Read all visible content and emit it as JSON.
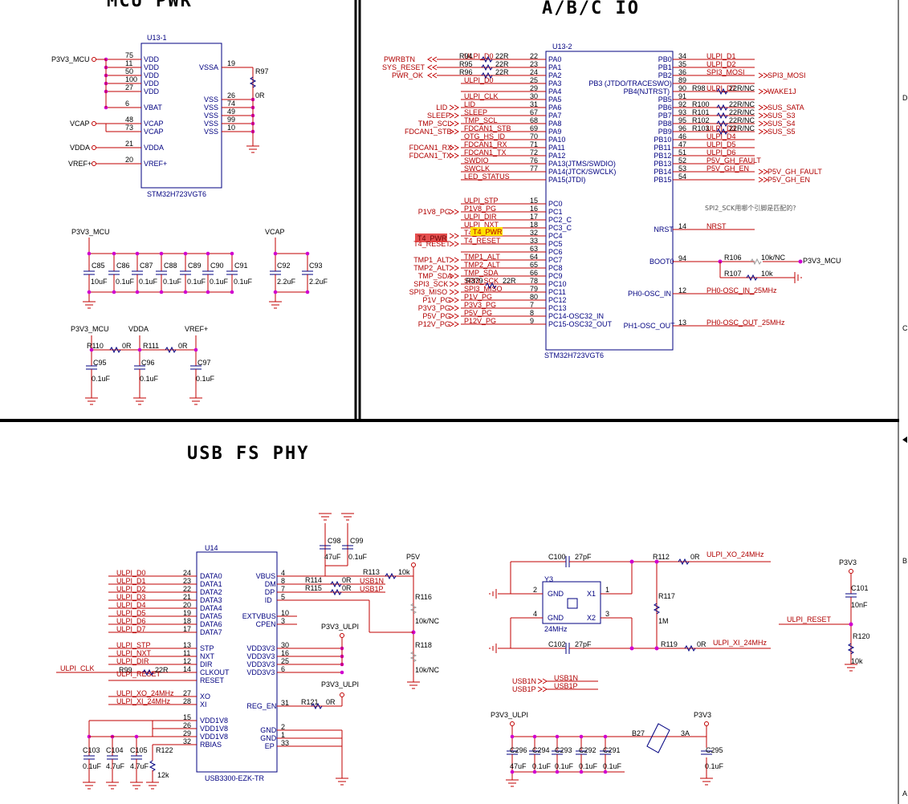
{
  "sections": {
    "mcu_pwr": "MCU PWR",
    "abc_io": "A/B/C IO",
    "usb_fs_phy": "USB FS PHY"
  },
  "mcu_pwr": {
    "refdes": "U13-1",
    "part": "STM32H723VGT6",
    "left_pins": [
      {
        "name": "VDD",
        "num": "75"
      },
      {
        "name": "VDD",
        "num": "11"
      },
      {
        "name": "VDD",
        "num": "50"
      },
      {
        "name": "VDD",
        "num": "100"
      },
      {
        "name": "VDD",
        "num": "27"
      },
      {
        "name": "VBAT",
        "num": "6"
      },
      {
        "name": "VCAP",
        "num": "48"
      },
      {
        "name": "VCAP",
        "num": "73"
      },
      {
        "name": "VDDA",
        "num": "21"
      },
      {
        "name": "VREF+",
        "num": "20"
      }
    ],
    "right_pins": [
      {
        "name": "VSSA",
        "num": "19"
      },
      {
        "name": "VSS",
        "num": "26"
      },
      {
        "name": "VSS",
        "num": "74"
      },
      {
        "name": "VSS",
        "num": "49"
      },
      {
        "name": "VSS",
        "num": "99"
      },
      {
        "name": "VSS",
        "num": "10"
      }
    ],
    "nets": [
      "P3V3_MCU",
      "VCAP",
      "VDDA",
      "VREF+"
    ],
    "r97": {
      "ref": "R97",
      "val": "0R"
    },
    "caps_p3v3": {
      "net": "P3V3_MCU",
      "items": [
        {
          "ref": "C85",
          "val": "10uF"
        },
        {
          "ref": "C86",
          "val": "0.1uF"
        },
        {
          "ref": "C87",
          "val": "0.1uF"
        },
        {
          "ref": "C88",
          "val": "0.1uF"
        },
        {
          "ref": "C89",
          "val": "0.1uF"
        },
        {
          "ref": "C90",
          "val": "0.1uF"
        },
        {
          "ref": "C91",
          "val": "0.1uF"
        }
      ]
    },
    "caps_vcap": {
      "net": "VCAP",
      "items": [
        {
          "ref": "C92",
          "val": "2.2uF"
        },
        {
          "ref": "C93",
          "val": "2.2uF"
        }
      ]
    },
    "vdda_filter": {
      "nets": [
        "P3V3_MCU",
        "VDDA",
        "VREF+"
      ],
      "resistors": [
        {
          "ref": "R110",
          "val": "0R"
        },
        {
          "ref": "R111",
          "val": "0R"
        }
      ],
      "caps": [
        {
          "ref": "C95",
          "val": "0.1uF"
        },
        {
          "ref": "C96",
          "val": "0.1uF"
        },
        {
          "ref": "C97",
          "val": "0.1uF"
        }
      ]
    }
  },
  "abc_io": {
    "refdes": "U13-2",
    "part": "STM32H723VGT6",
    "left_pins": [
      {
        "name": "PA0",
        "num": "22",
        "net": "ULPI_D0"
      },
      {
        "name": "PA1",
        "num": "23",
        "net": ""
      },
      {
        "name": "PA2",
        "num": "24",
        "net": ""
      },
      {
        "name": "PA3",
        "num": "25",
        "net": "ULPI_D0"
      },
      {
        "name": "PA4",
        "num": "29",
        "net": ""
      },
      {
        "name": "PA5",
        "num": "30",
        "net": "ULPI_CLK"
      },
      {
        "name": "PA6",
        "num": "31",
        "net": "LID"
      },
      {
        "name": "PA7",
        "num": "67",
        "net": "SLEEP"
      },
      {
        "name": "PA8",
        "num": "68",
        "net": "TMP_SCL"
      },
      {
        "name": "PA9",
        "num": "69",
        "net": "FDCAN1_STB"
      },
      {
        "name": "PA10",
        "num": "70",
        "net": "OTG_HS_ID"
      },
      {
        "name": "PA11",
        "num": "71",
        "net": "FDCAN1_RX"
      },
      {
        "name": "PA12",
        "num": "72",
        "net": "FDCAN1_TX"
      },
      {
        "name": "PA13(JTMS/SWDIO)",
        "num": "76",
        "net": "SWDIO"
      },
      {
        "name": "PA14(JTCK/SWCLK)",
        "num": "77",
        "net": "SWCLK"
      },
      {
        "name": "PA15(JTDI)",
        "num": "",
        "net": "LED_STATUS"
      },
      {
        "name": "PC0",
        "num": "15",
        "net": "ULPI_STP"
      },
      {
        "name": "PC1",
        "num": "16",
        "net": "P1V8_PG"
      },
      {
        "name": "PC2_C",
        "num": "17",
        "net": "ULPI_DIR"
      },
      {
        "name": "PC3_C",
        "num": "18",
        "net": "ULPI_NXT"
      },
      {
        "name": "PC4",
        "num": "32",
        "net": "T4_PWR"
      },
      {
        "name": "PC5",
        "num": "33",
        "net": "T4_RESET"
      },
      {
        "name": "PC6",
        "num": "63",
        "net": ""
      },
      {
        "name": "PC7",
        "num": "64",
        "net": "TMP1_ALT"
      },
      {
        "name": "PC8",
        "num": "65",
        "net": "TMP2_ALT"
      },
      {
        "name": "PC9",
        "num": "66",
        "net": "TMP_SDA"
      },
      {
        "name": "PC10",
        "num": "78",
        "net": "SPI3_SCK"
      },
      {
        "name": "PC11",
        "num": "79",
        "net": "SPI3_MISO"
      },
      {
        "name": "PC12",
        "num": "80",
        "net": "P1V_PG"
      },
      {
        "name": "PC13",
        "num": "7",
        "net": "P3V3_PG"
      },
      {
        "name": "PC14-OSC32_IN",
        "num": "8",
        "net": "P5V_PG"
      },
      {
        "name": "PC15-OSC32_OUT",
        "num": "9",
        "net": "P12V_PG"
      }
    ],
    "right_pins": [
      {
        "name": "PB0",
        "num": "34",
        "net": "ULPI_D1"
      },
      {
        "name": "PB1",
        "num": "35",
        "net": "ULPI_D2"
      },
      {
        "name": "PB2",
        "num": "36",
        "net": "SPI3_MOSI"
      },
      {
        "name": "PB3 (JTDO/TRACESWO)",
        "num": "89",
        "net": ""
      },
      {
        "name": "PB4(NJTRST)",
        "num": "90",
        "net": "ULPI_D7"
      },
      {
        "name": "PB5",
        "num": "91",
        "net": ""
      },
      {
        "name": "PB6",
        "num": "92",
        "net": ""
      },
      {
        "name": "PB7",
        "num": "93",
        "net": ""
      },
      {
        "name": "PB8",
        "num": "95",
        "net": ""
      },
      {
        "name": "PB9",
        "num": "96",
        "net": "ULPI_D3"
      },
      {
        "name": "PB10",
        "num": "46",
        "net": "ULPI_D4"
      },
      {
        "name": "PB11",
        "num": "47",
        "net": "ULPI_D5"
      },
      {
        "name": "PB12",
        "num": "51",
        "net": "ULPI_D6"
      },
      {
        "name": "PB13",
        "num": "52",
        "net": "P5V_GH_FAULT"
      },
      {
        "name": "PB14",
        "num": "53",
        "net": "P5V_GH_EN"
      },
      {
        "name": "PB15",
        "num": "54",
        "net": ""
      },
      {
        "name": "NRST",
        "num": "14",
        "net": "NRST"
      },
      {
        "name": "BOOT0",
        "num": "94",
        "net": ""
      },
      {
        "name": "PH0-OSC_IN",
        "num": "12",
        "net": "PH0-OSC_IN_25MHz"
      },
      {
        "name": "PH1-OSC_OUT",
        "num": "13",
        "net": "PH0-OSC_OUT_25MHz"
      }
    ],
    "port_a_series": [
      {
        "port": "PWRBTN",
        "ref": "R94",
        "val": "22R"
      },
      {
        "port": "SYS_RESET",
        "ref": "R95",
        "val": "22R"
      },
      {
        "port": "PWR_OK",
        "ref": "R96",
        "val": "22R"
      }
    ],
    "left_ports": [
      "LID",
      "SLEEP",
      "TMP_SCL",
      "FDCAN1_STB",
      "FDCAN1_RX",
      "FDCAN1_TX",
      "P1V8_PG",
      "T4_PWR",
      "T4_RESET",
      "TMP1_ALT",
      "TMP2_ALT",
      "TMP_SDA",
      "SPI3_SCK",
      "SPI3_MISO",
      "P1V_PG",
      "P3V3_PG",
      "P5V_PG",
      "P12V_PG"
    ],
    "r379": {
      "ref": "R379",
      "val": "22R"
    },
    "right_series": [
      {
        "ref": "R98",
        "val": "22R/NC",
        "port": "WAKE1J"
      },
      {
        "ref": "R100",
        "val": "22R/NC",
        "port": "SUS_SATA"
      },
      {
        "ref": "R101",
        "val": "22R/NC",
        "port": "SUS_S3"
      },
      {
        "ref": "R102",
        "val": "22R/NC",
        "port": "SUS_S4"
      },
      {
        "ref": "R103",
        "val": "22R/NC",
        "port": "SUS_S5"
      }
    ],
    "right_ports": [
      "SPI3_MOSI",
      "P5V_GH_FAULT",
      "P5V_GH_EN"
    ],
    "note": "SPI2_SCK用哪个引脚是匹配的?",
    "boot": {
      "r106": {
        "ref": "R106",
        "val": "10k/NC"
      },
      "r107": {
        "ref": "R107",
        "val": "10k"
      },
      "net": "P3V3_MCU"
    },
    "highlight_net": "T4_PWR"
  },
  "usb": {
    "refdes": "U14",
    "part": "USB3300-EZK-TR",
    "left_pins": [
      {
        "name": "DATA0",
        "num": "24",
        "net": "ULPI_D0"
      },
      {
        "name": "DATA1",
        "num": "23",
        "net": "ULPI_D1"
      },
      {
        "name": "DATA2",
        "num": "22",
        "net": "ULPI_D2"
      },
      {
        "name": "DATA3",
        "num": "21",
        "net": "ULPI_D3"
      },
      {
        "name": "DATA4",
        "num": "20",
        "net": "ULPI_D4"
      },
      {
        "name": "DATA5",
        "num": "19",
        "net": "ULPI_D5"
      },
      {
        "name": "DATA6",
        "num": "18",
        "net": "ULPI_D6"
      },
      {
        "name": "DATA7",
        "num": "17",
        "net": "ULPI_D7"
      },
      {
        "name": "STP",
        "num": "13",
        "net": "ULPI_STP"
      },
      {
        "name": "NXT",
        "num": "11",
        "net": "ULPI_NXT"
      },
      {
        "name": "DIR",
        "num": "12",
        "net": "ULPI_DIR"
      },
      {
        "name": "CLKOUT",
        "num": "14",
        "net": ""
      },
      {
        "name": "RESET",
        "num": "",
        "net": "ULPI_RESET"
      },
      {
        "name": "XO",
        "num": "27",
        "net": "ULPI_XO_24MHz"
      },
      {
        "name": "XI",
        "num": "28",
        "net": "ULPI_XI_24MHz"
      },
      {
        "name": "VDD1V8",
        "num": "15",
        "net": ""
      },
      {
        "name": "VDD1V8",
        "num": "26",
        "net": ""
      },
      {
        "name": "VDD1V8",
        "num": "29",
        "net": ""
      },
      {
        "name": "RBIAS",
        "num": "32",
        "net": ""
      }
    ],
    "right_pins": [
      {
        "name": "VBUS",
        "num": "4"
      },
      {
        "name": "DM",
        "num": "8"
      },
      {
        "name": "DP",
        "num": "7"
      },
      {
        "name": "ID",
        "num": "5"
      },
      {
        "name": "EXTVBUS",
        "num": "10"
      },
      {
        "name": "CPEN",
        "num": "3"
      },
      {
        "name": "VDD3V3",
        "num": "30"
      },
      {
        "name": "VDD3V3",
        "num": "16"
      },
      {
        "name": "VDD3V3",
        "num": "25"
      },
      {
        "name": "VDD3V3",
        "num": "6"
      },
      {
        "name": "REG_EN",
        "num": "31"
      },
      {
        "name": "GND",
        "num": "2"
      },
      {
        "name": "GND",
        "num": "1"
      },
      {
        "name": "EP",
        "num": "33"
      }
    ],
    "clk": {
      "net": "ULPI_CLK",
      "ref": "R99",
      "val": "22R"
    },
    "vbus": {
      "ref": "R113",
      "val": "10k",
      "net": "P5V"
    },
    "dm": {
      "ref": "R114",
      "val": "0R",
      "net": "USB1N"
    },
    "dp": {
      "ref": "R115",
      "val": "0R",
      "net": "USB1P"
    },
    "id_res": [
      {
        "ref": "R116",
        "val": "10k/NC"
      },
      {
        "ref": "R118",
        "val": "10k/NC"
      }
    ],
    "decoup_top": [
      {
        "ref": "C98",
        "val": "47uF"
      },
      {
        "ref": "C99",
        "val": "0.1uF"
      }
    ],
    "p3v3_ulpi": "P3V3_ULPI",
    "reg_en": {
      "ref": "R121",
      "val": "0R"
    },
    "bottom_caps": [
      {
        "ref": "C103",
        "val": "0.1uF"
      },
      {
        "ref": "C104",
        "val": "4.7uF"
      },
      {
        "ref": "C105",
        "val": "4.7uF"
      }
    ],
    "r122": {
      "ref": "R122",
      "val": "12k"
    },
    "crystal": {
      "ref": "Y3",
      "val": "24MHz",
      "pins": [
        "GND",
        "GND",
        "X1",
        "X2"
      ],
      "pin_nums": [
        "2",
        "4",
        "1",
        "3"
      ]
    },
    "c100": {
      "ref": "C100",
      "val": "27pF"
    },
    "c102": {
      "ref": "C102",
      "val": "27pF"
    },
    "r112": {
      "ref": "R112",
      "val": "0R",
      "net": "ULPI_XO_24MHz"
    },
    "r119": {
      "ref": "R119",
      "val": "0R",
      "net": "ULPI_XI_24MHz"
    },
    "r117": {
      "ref": "R117",
      "val": "1M"
    },
    "reset": {
      "net": "ULPI_RESET",
      "pwr": "P3V3",
      "c101": {
        "ref": "C101",
        "val": "10nF"
      },
      "r120": {
        "ref": "R120",
        "val": "10k"
      }
    },
    "usb_ports": [
      {
        "port": "USB1N",
        "net": "USB1N"
      },
      {
        "port": "USB1P",
        "net": "USB1P"
      }
    ],
    "ulpi_pwr": {
      "left": "P3V3_ULPI",
      "right": "P3V3",
      "caps": [
        {
          "ref": "C296",
          "val": "47uF"
        },
        {
          "ref": "C294",
          "val": "0.1uF"
        },
        {
          "ref": "C293",
          "val": "0.1uF"
        },
        {
          "ref": "C292",
          "val": "0.1uF"
        },
        {
          "ref": "C291",
          "val": "0.1uF"
        }
      ],
      "bead": {
        "ref": "B27",
        "val": "3A"
      },
      "c295": {
        "ref": "C295",
        "val": "0.1uF"
      }
    }
  },
  "border_letters": [
    "D",
    "C",
    "B",
    "A"
  ]
}
